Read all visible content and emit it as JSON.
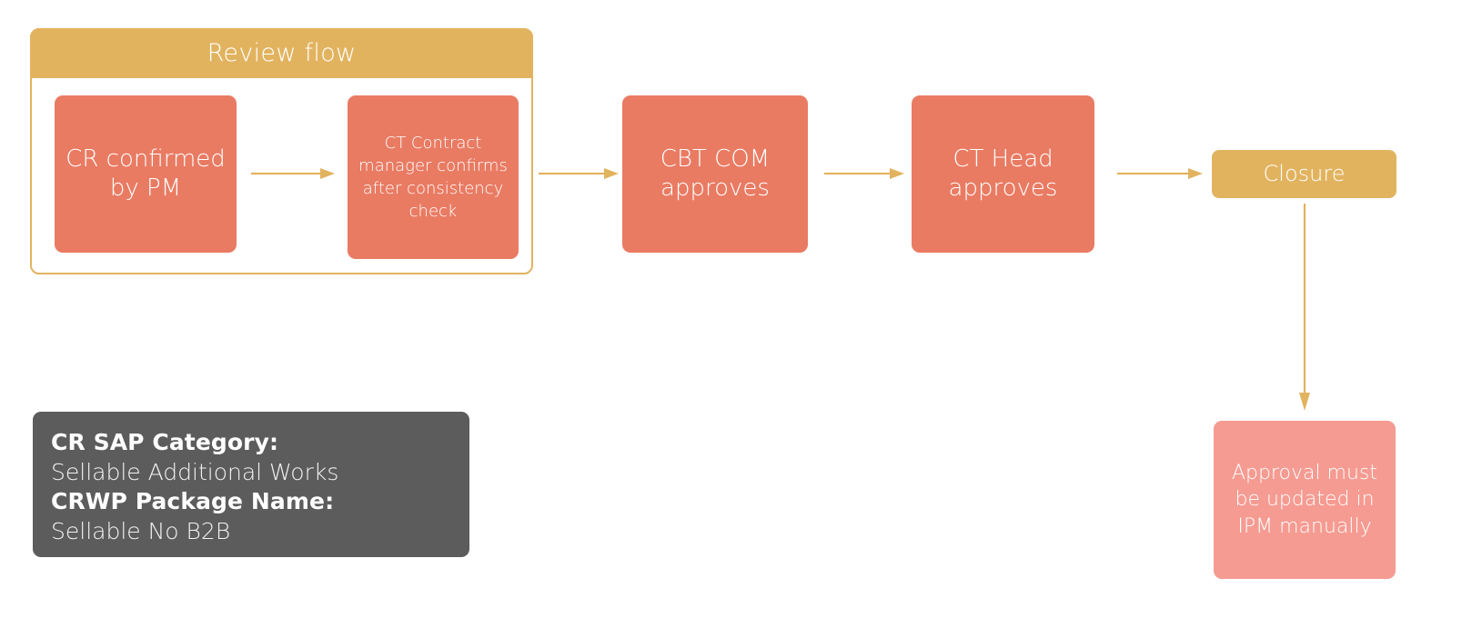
{
  "diagram": {
    "title_visible": false,
    "colors": {
      "salmon": "#E97B63",
      "gold": "#E2B35F",
      "pink": "#F59B92",
      "gray": "#5C5C5C",
      "arrow": "#E2B35F",
      "text_on_fill": "#FFFFFF",
      "background": "#FFFFFF"
    },
    "group": {
      "header_label": "Review flow",
      "nodes": [
        {
          "id": "cr-confirmed",
          "label": "CR confirmed by PM",
          "fill": "salmon"
        },
        {
          "id": "ct-contract-manager",
          "label": "CT Contract manager confirms after consistency check",
          "fill": "salmon"
        }
      ]
    },
    "nodes": [
      {
        "id": "cbt-com",
        "label": "CBT COM approves",
        "fill": "salmon"
      },
      {
        "id": "ct-head",
        "label": "CT Head approves",
        "fill": "salmon"
      },
      {
        "id": "closure",
        "label": "Closure",
        "fill": "gold"
      },
      {
        "id": "approval-note",
        "label": "Approval must be updated in IPM manually",
        "fill": "pink"
      }
    ],
    "edges": [
      {
        "id": "arrow-1",
        "from": "cr-confirmed",
        "to": "ct-contract-manager",
        "direction": "right"
      },
      {
        "id": "arrow-2",
        "from": "ct-contract-manager",
        "to": "cbt-com",
        "direction": "right"
      },
      {
        "id": "arrow-3",
        "from": "cbt-com",
        "to": "ct-head",
        "direction": "right"
      },
      {
        "id": "arrow-4",
        "from": "ct-head",
        "to": "closure",
        "direction": "right"
      },
      {
        "id": "arrow-5",
        "from": "closure",
        "to": "approval-note",
        "direction": "down"
      }
    ],
    "info_box": {
      "category_label": "CR SAP Category:",
      "category_value": "Sellable Additional Works",
      "package_label": "CRWP Package Name:",
      "package_value": "Sellable No B2B"
    }
  }
}
